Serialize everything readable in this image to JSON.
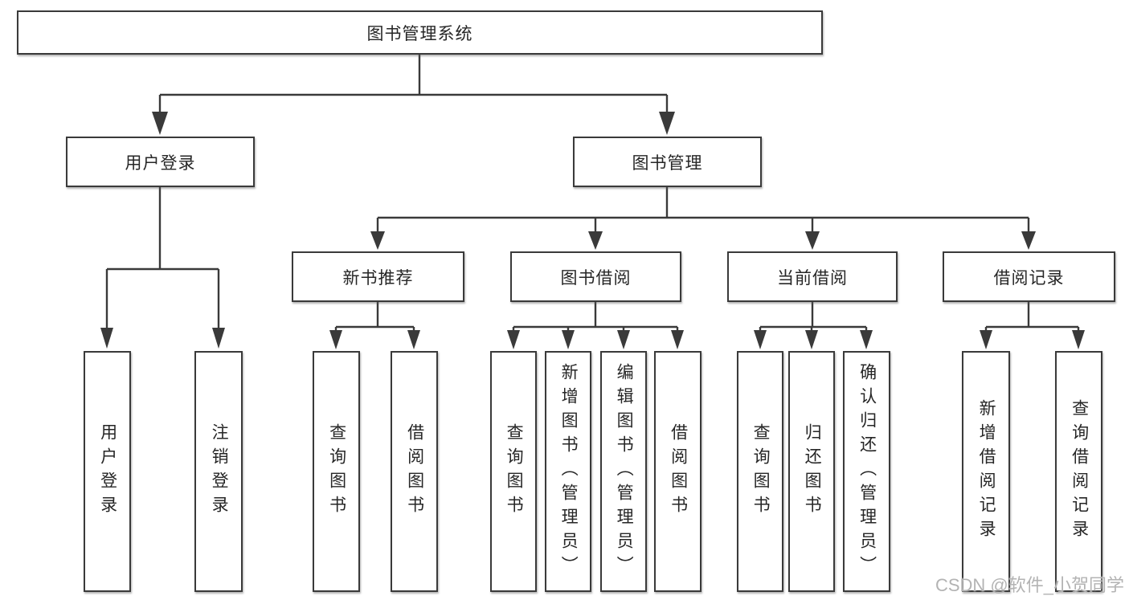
{
  "diagram": {
    "type": "tree",
    "root": {
      "label": "图书管理系统"
    },
    "level2": [
      {
        "label": "用户登录"
      },
      {
        "label": "图书管理"
      }
    ],
    "level3": [
      {
        "label": "新书推荐"
      },
      {
        "label": "图书借阅"
      },
      {
        "label": "当前借阅"
      },
      {
        "label": "借阅记录"
      }
    ],
    "level4": {
      "user_login": [
        {
          "label": "用户登录"
        },
        {
          "label": "注销登录"
        }
      ],
      "new_book_recommend": [
        {
          "label": "查询图书"
        },
        {
          "label": "借阅图书"
        }
      ],
      "book_borrow": [
        {
          "label": "查询图书"
        },
        {
          "label": "新增图书（管理员）"
        },
        {
          "label": "编辑图书（管理员）"
        },
        {
          "label": "借阅图书"
        }
      ],
      "current_borrow": [
        {
          "label": "查询图书"
        },
        {
          "label": "归还图书"
        },
        {
          "label": "确认归还（管理员）"
        }
      ],
      "borrow_records": [
        {
          "label": "新增借阅记录"
        },
        {
          "label": "查询借阅记录"
        }
      ]
    }
  },
  "watermark": {
    "text": "CSDN @软件_小贺同学"
  },
  "colors": {
    "line": "#3a3a3a",
    "box_border": "#3a3a3a",
    "box_fill": "#ffffff",
    "text": "#262626",
    "watermark": "#b3b3b3",
    "background": "#ffffff"
  }
}
